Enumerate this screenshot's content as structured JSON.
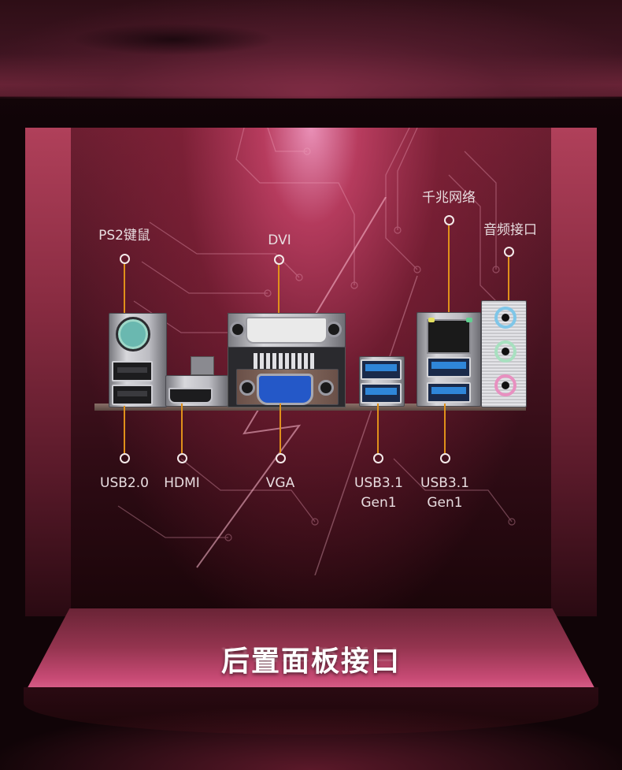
{
  "title": "后置面板接口",
  "labels_top": {
    "ps2": "PS2键鼠",
    "dvi": "DVI",
    "lan": "千兆网络",
    "audio": "音频接口"
  },
  "labels_bottom": {
    "usb20": "USB2.0",
    "hdmi": "HDMI",
    "vga": "VGA",
    "usb31_a_line1": "USB3.1",
    "usb31_a_line2": "Gen1",
    "usb31_b_line1": "USB3.1",
    "usb31_b_line2": "Gen1"
  },
  "colors": {
    "wire": "#e0901a",
    "background_dark": "#120508",
    "accent_pink": "#c74a74",
    "text": "#e8dde0"
  }
}
